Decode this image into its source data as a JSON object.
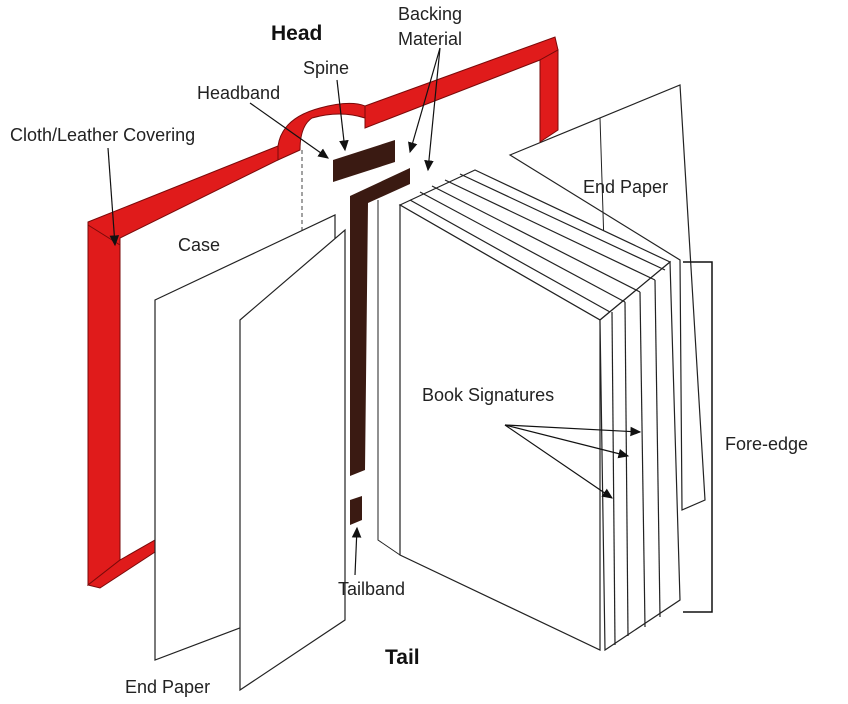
{
  "title_head": "Head",
  "title_tail": "Tail",
  "labels": {
    "backing_line1": "Backing",
    "backing_line2": "Material",
    "spine": "Spine",
    "headband": "Headband",
    "covering": "Cloth/Leather Covering",
    "case": "Case",
    "end_paper_right": "End Paper",
    "book_signatures": "Book Signatures",
    "fore_edge": "Fore-edge",
    "tailband": "Tailband",
    "end_paper_bottom": "End Paper"
  },
  "colors": {
    "covering": "#e01b1b",
    "spine": "#3a1a12"
  }
}
